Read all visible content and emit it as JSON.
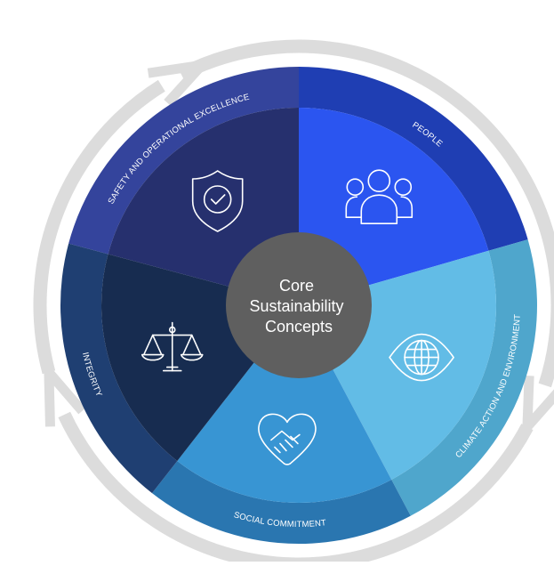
{
  "center": {
    "lines": [
      "Core",
      "Sustainability",
      "Concepts"
    ]
  },
  "colors": {
    "ring_arrows": "#dcdcdc",
    "center_circle": "#5f5f5f",
    "background": "#ffffff"
  },
  "segments": [
    {
      "label": "SAFETY AND OPERATIONAL EXCELLENCE",
      "icon": "shield-check-icon",
      "outer_color": "#34449c",
      "inner_color": "#26306e"
    },
    {
      "label": "PEOPLE",
      "icon": "people-group-icon",
      "outer_color": "#1f3eb3",
      "inner_color": "#2b55f0"
    },
    {
      "label": "CLIMATE ACTION AND ENVIRONMENT",
      "icon": "globe-eye-icon",
      "outer_color": "#4fa6cc",
      "inner_color": "#62bce6"
    },
    {
      "label": "SOCIAL COMMITMENT",
      "icon": "heart-handshake-icon",
      "outer_color": "#2a76b0",
      "inner_color": "#3895d3"
    },
    {
      "label": "INTEGRITY",
      "icon": "justice-scale-icon",
      "outer_color": "#1f3f72",
      "inner_color": "#172c50"
    }
  ]
}
